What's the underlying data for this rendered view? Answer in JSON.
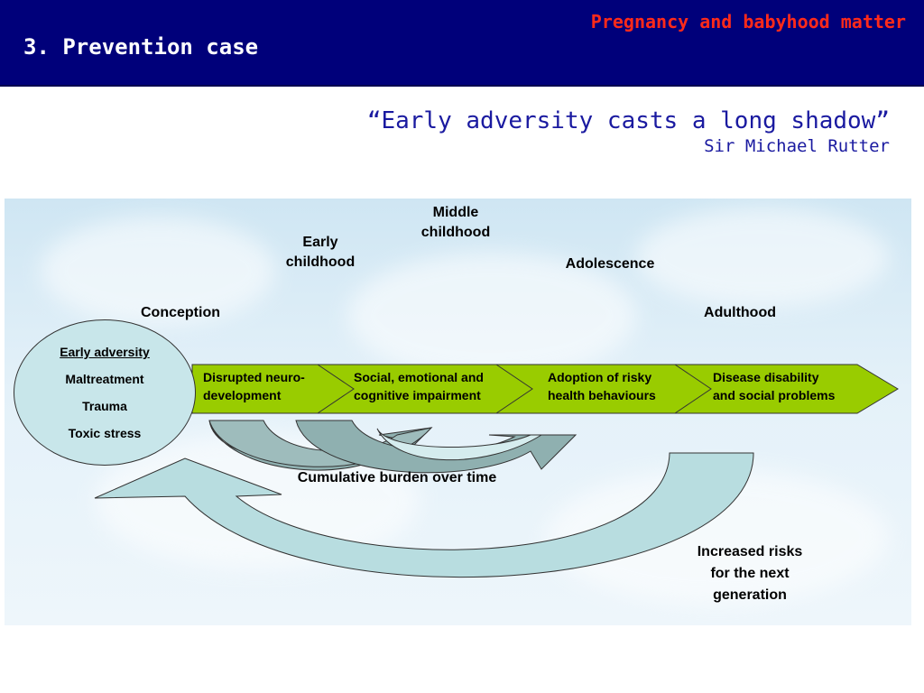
{
  "header": {
    "title": "3. Prevention case",
    "subtitle": "Pregnancy and babyhood matter"
  },
  "quote": {
    "text": "“Early adversity casts a long shadow”",
    "author": "Sir Michael Rutter"
  },
  "stages": {
    "conception": "Conception",
    "early_line1": "Early",
    "early_line2": "childhood",
    "middle_line1": "Middle",
    "middle_line2": "childhood",
    "adolescence": "Adolescence",
    "adulthood": "Adulthood"
  },
  "circle": {
    "title": "Early adversity",
    "items": [
      "Maltreatment",
      "Trauma",
      "Toxic stress"
    ]
  },
  "segments": [
    {
      "line1": "Disrupted neuro-",
      "line2": "development"
    },
    {
      "line1": "Social, emotional and",
      "line2": "cognitive impairment"
    },
    {
      "line1": "Adoption of risky",
      "line2": "health behaviours"
    },
    {
      "line1": "Disease disability",
      "line2": "and social problems"
    }
  ],
  "cumulative": "Cumulative burden over time",
  "next_gen": {
    "line1": "Increased risks",
    "line2": "for the next",
    "line3": "generation"
  },
  "colors": {
    "header_bg": "#00007a",
    "subtitle": "#ff2a1a",
    "quote": "#1a1aa0",
    "arrow_green": "#99cc00",
    "circle_fill": "#c8e6ea",
    "big_arrow": "#b8dde0",
    "curve_fill": "#8fb0b0"
  }
}
